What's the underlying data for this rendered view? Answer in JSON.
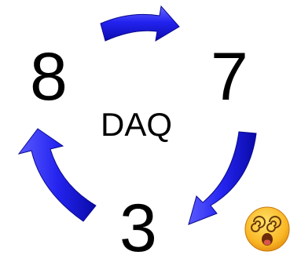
{
  "diagram": {
    "numbers": {
      "top_left": "8",
      "top_right": "7",
      "bottom": "3"
    },
    "center_label": "DAQ",
    "arrow_color": "#2222ee",
    "emoji": "dizzy-face-emoji"
  }
}
